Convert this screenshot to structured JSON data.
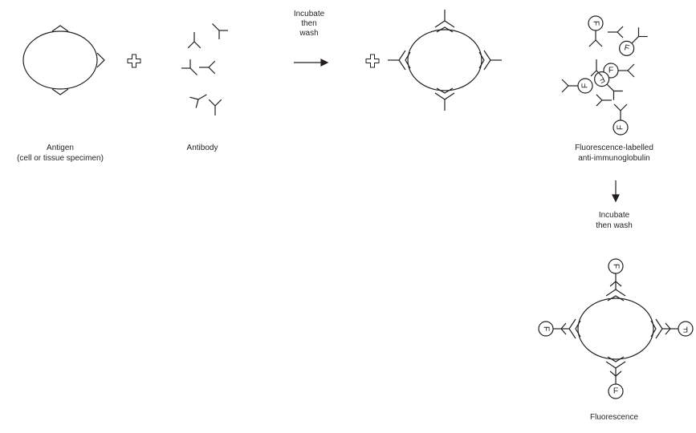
{
  "labels": {
    "antigen": {
      "line1": "Antigen",
      "line2": "(cell or tissue specimen)"
    },
    "antibody": "Antibody",
    "incubate_top": {
      "line1": "Incubate",
      "line2": "then",
      "line3": "wash"
    },
    "fluor_antibody": {
      "line1": "Fluorescence-labelled",
      "line2": "anti-immunoglobulin"
    },
    "incubate_right": {
      "line1": "Incubate",
      "line2": "then wash"
    },
    "result": "Fluorescence"
  },
  "symbols": {
    "plus": "plus-icon",
    "arrow_right": "arrow-right-icon",
    "arrow_down": "arrow-down-icon",
    "fluor_tag": "F"
  },
  "colors": {
    "stroke": "#231f20",
    "background": "#ffffff"
  }
}
